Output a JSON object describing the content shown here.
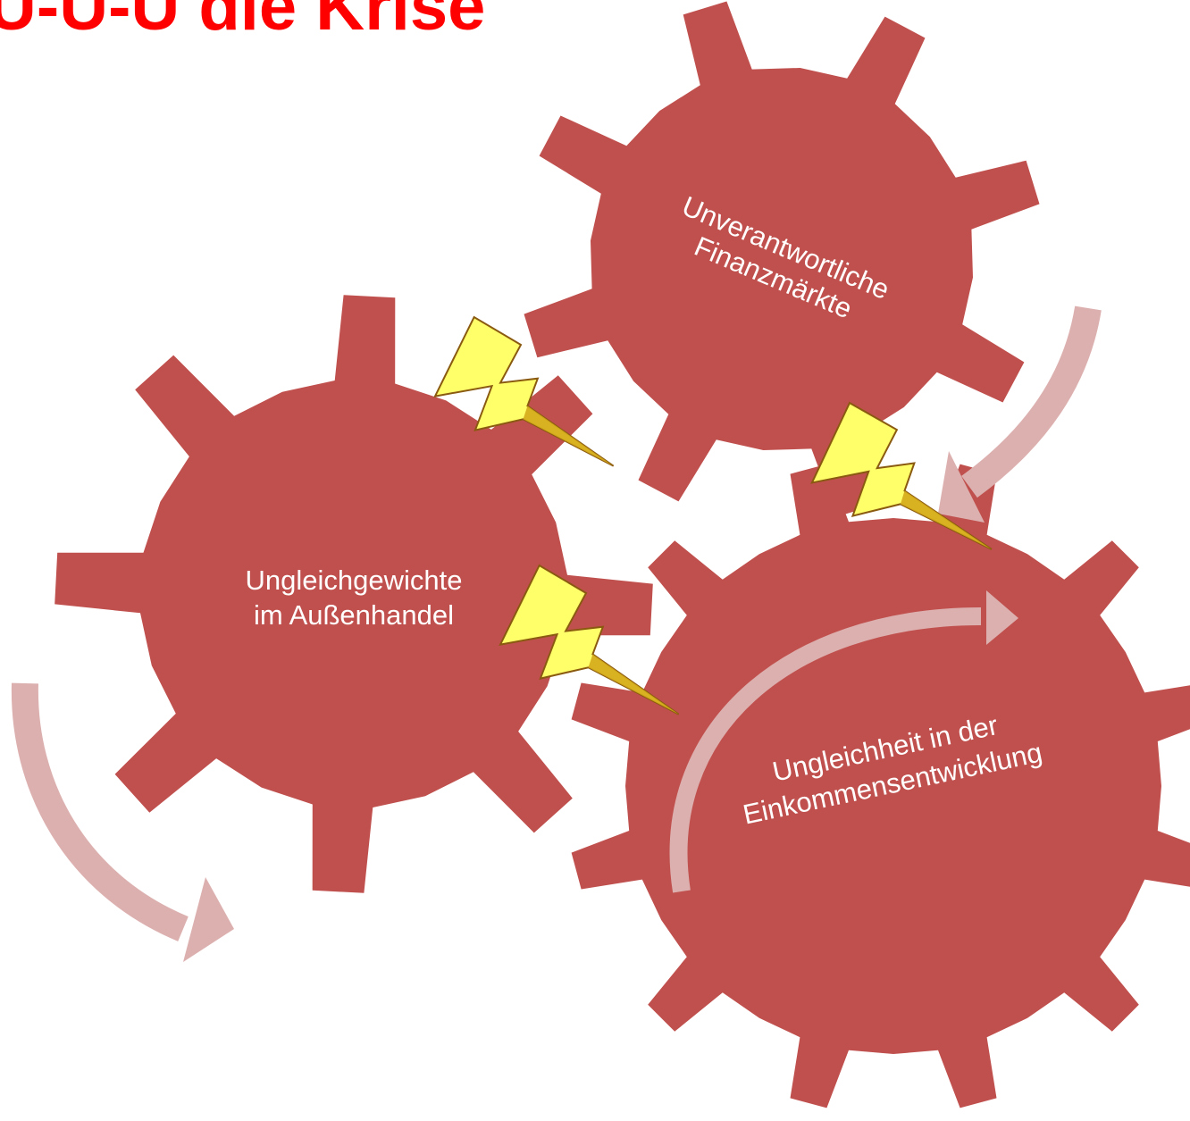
{
  "title": "U-U-U die Krise",
  "colors": {
    "title": "#ff0000",
    "gear": "#c0504d",
    "arrow": "#dcb0af",
    "bolt_fill": "#ffff6a",
    "bolt_shade": "#d4aa1a",
    "bolt_stroke": "#8a5a10"
  },
  "gears": {
    "finance": {
      "line1": "Unverantwortliche",
      "line2": "Finanzmärkte"
    },
    "trade": {
      "line1": "Ungleichgewichte",
      "line2": "im Außenhandel"
    },
    "income": {
      "line1": "Ungleichheit in der",
      "line2": "Einkommensentwicklung"
    }
  },
  "icons": [
    "lightning-bolt-icon",
    "curved-arrow-icon"
  ]
}
